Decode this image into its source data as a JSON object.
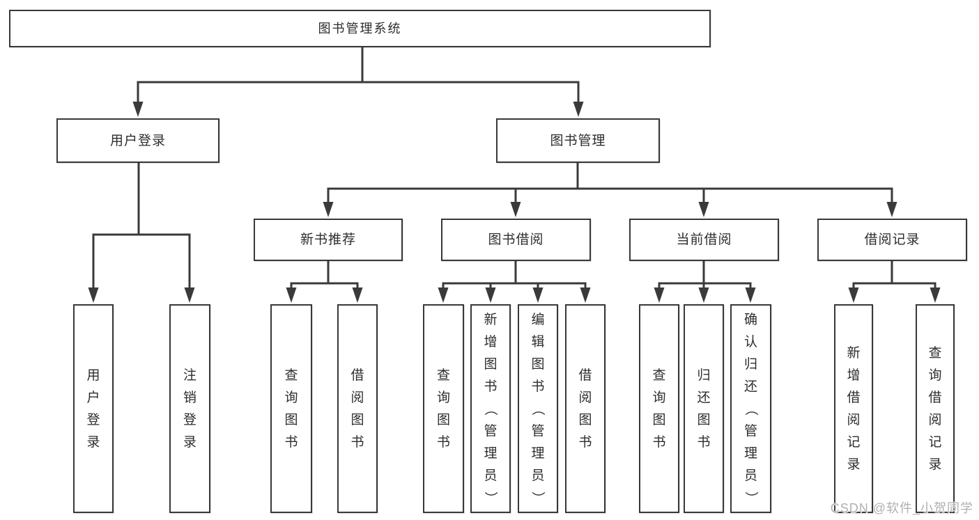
{
  "watermark": "CSDN @软件_小贺同学",
  "colors": {
    "line": "#3a3a3a",
    "box_border": "#383838",
    "text": "#2d2d2d",
    "watermark": "#b0b0b0",
    "background": "#ffffff"
  },
  "nodes": {
    "root": {
      "label": "图书管理系统"
    },
    "user_login": {
      "label": "用户登录"
    },
    "book_mgmt": {
      "label": "图书管理"
    },
    "login": {
      "label": "用户登录"
    },
    "logout": {
      "label": "注销登录"
    },
    "new_book_rec": {
      "label": "新书推荐"
    },
    "book_borrow": {
      "label": "图书借阅"
    },
    "current_borrow": {
      "label": "当前借阅"
    },
    "borrow_records": {
      "label": "借阅记录"
    },
    "rec_query_book": {
      "label": "查询图书"
    },
    "rec_borrow_book": {
      "label": "借阅图书"
    },
    "bb_query_book": {
      "label": "查询图书"
    },
    "bb_add_book": {
      "label": "新增图书（管理员）"
    },
    "bb_edit_book": {
      "label": "编辑图书（管理员）"
    },
    "bb_borrow_book": {
      "label": "借阅图书"
    },
    "cb_query_book": {
      "label": "查询图书"
    },
    "cb_return_book": {
      "label": "归还图书"
    },
    "cb_confirm_return": {
      "label": "确认归还（管理员）"
    },
    "br_add_record": {
      "label": "新增借阅记录"
    },
    "br_query_record": {
      "label": "查询借阅记录"
    }
  },
  "hierarchy": {
    "root": [
      "user_login",
      "book_mgmt"
    ],
    "user_login": [
      "login",
      "logout"
    ],
    "book_mgmt": [
      "new_book_rec",
      "book_borrow",
      "current_borrow",
      "borrow_records"
    ],
    "new_book_rec": [
      "rec_query_book",
      "rec_borrow_book"
    ],
    "book_borrow": [
      "bb_query_book",
      "bb_add_book",
      "bb_edit_book",
      "bb_borrow_book"
    ],
    "current_borrow": [
      "cb_query_book",
      "cb_return_book",
      "cb_confirm_return"
    ],
    "borrow_records": [
      "br_add_record",
      "br_query_record"
    ]
  }
}
